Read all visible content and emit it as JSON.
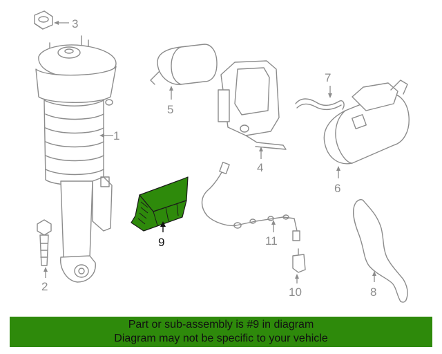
{
  "diagram": {
    "highlight_color": "#2e8a0b",
    "callouts": [
      {
        "id": "1",
        "label": "1"
      },
      {
        "id": "2",
        "label": "2"
      },
      {
        "id": "3",
        "label": "3"
      },
      {
        "id": "4",
        "label": "4"
      },
      {
        "id": "5",
        "label": "5"
      },
      {
        "id": "6",
        "label": "6"
      },
      {
        "id": "7",
        "label": "7"
      },
      {
        "id": "8",
        "label": "8"
      },
      {
        "id": "9",
        "label": "9"
      },
      {
        "id": "10",
        "label": "10"
      },
      {
        "id": "11",
        "label": "11"
      }
    ],
    "highlighted_part": "9"
  },
  "banner": {
    "line1": "Part or sub-assembly is #9 in diagram",
    "line2": "Diagram may not be specific to your vehicle",
    "background_color": "#2e8a0b"
  }
}
